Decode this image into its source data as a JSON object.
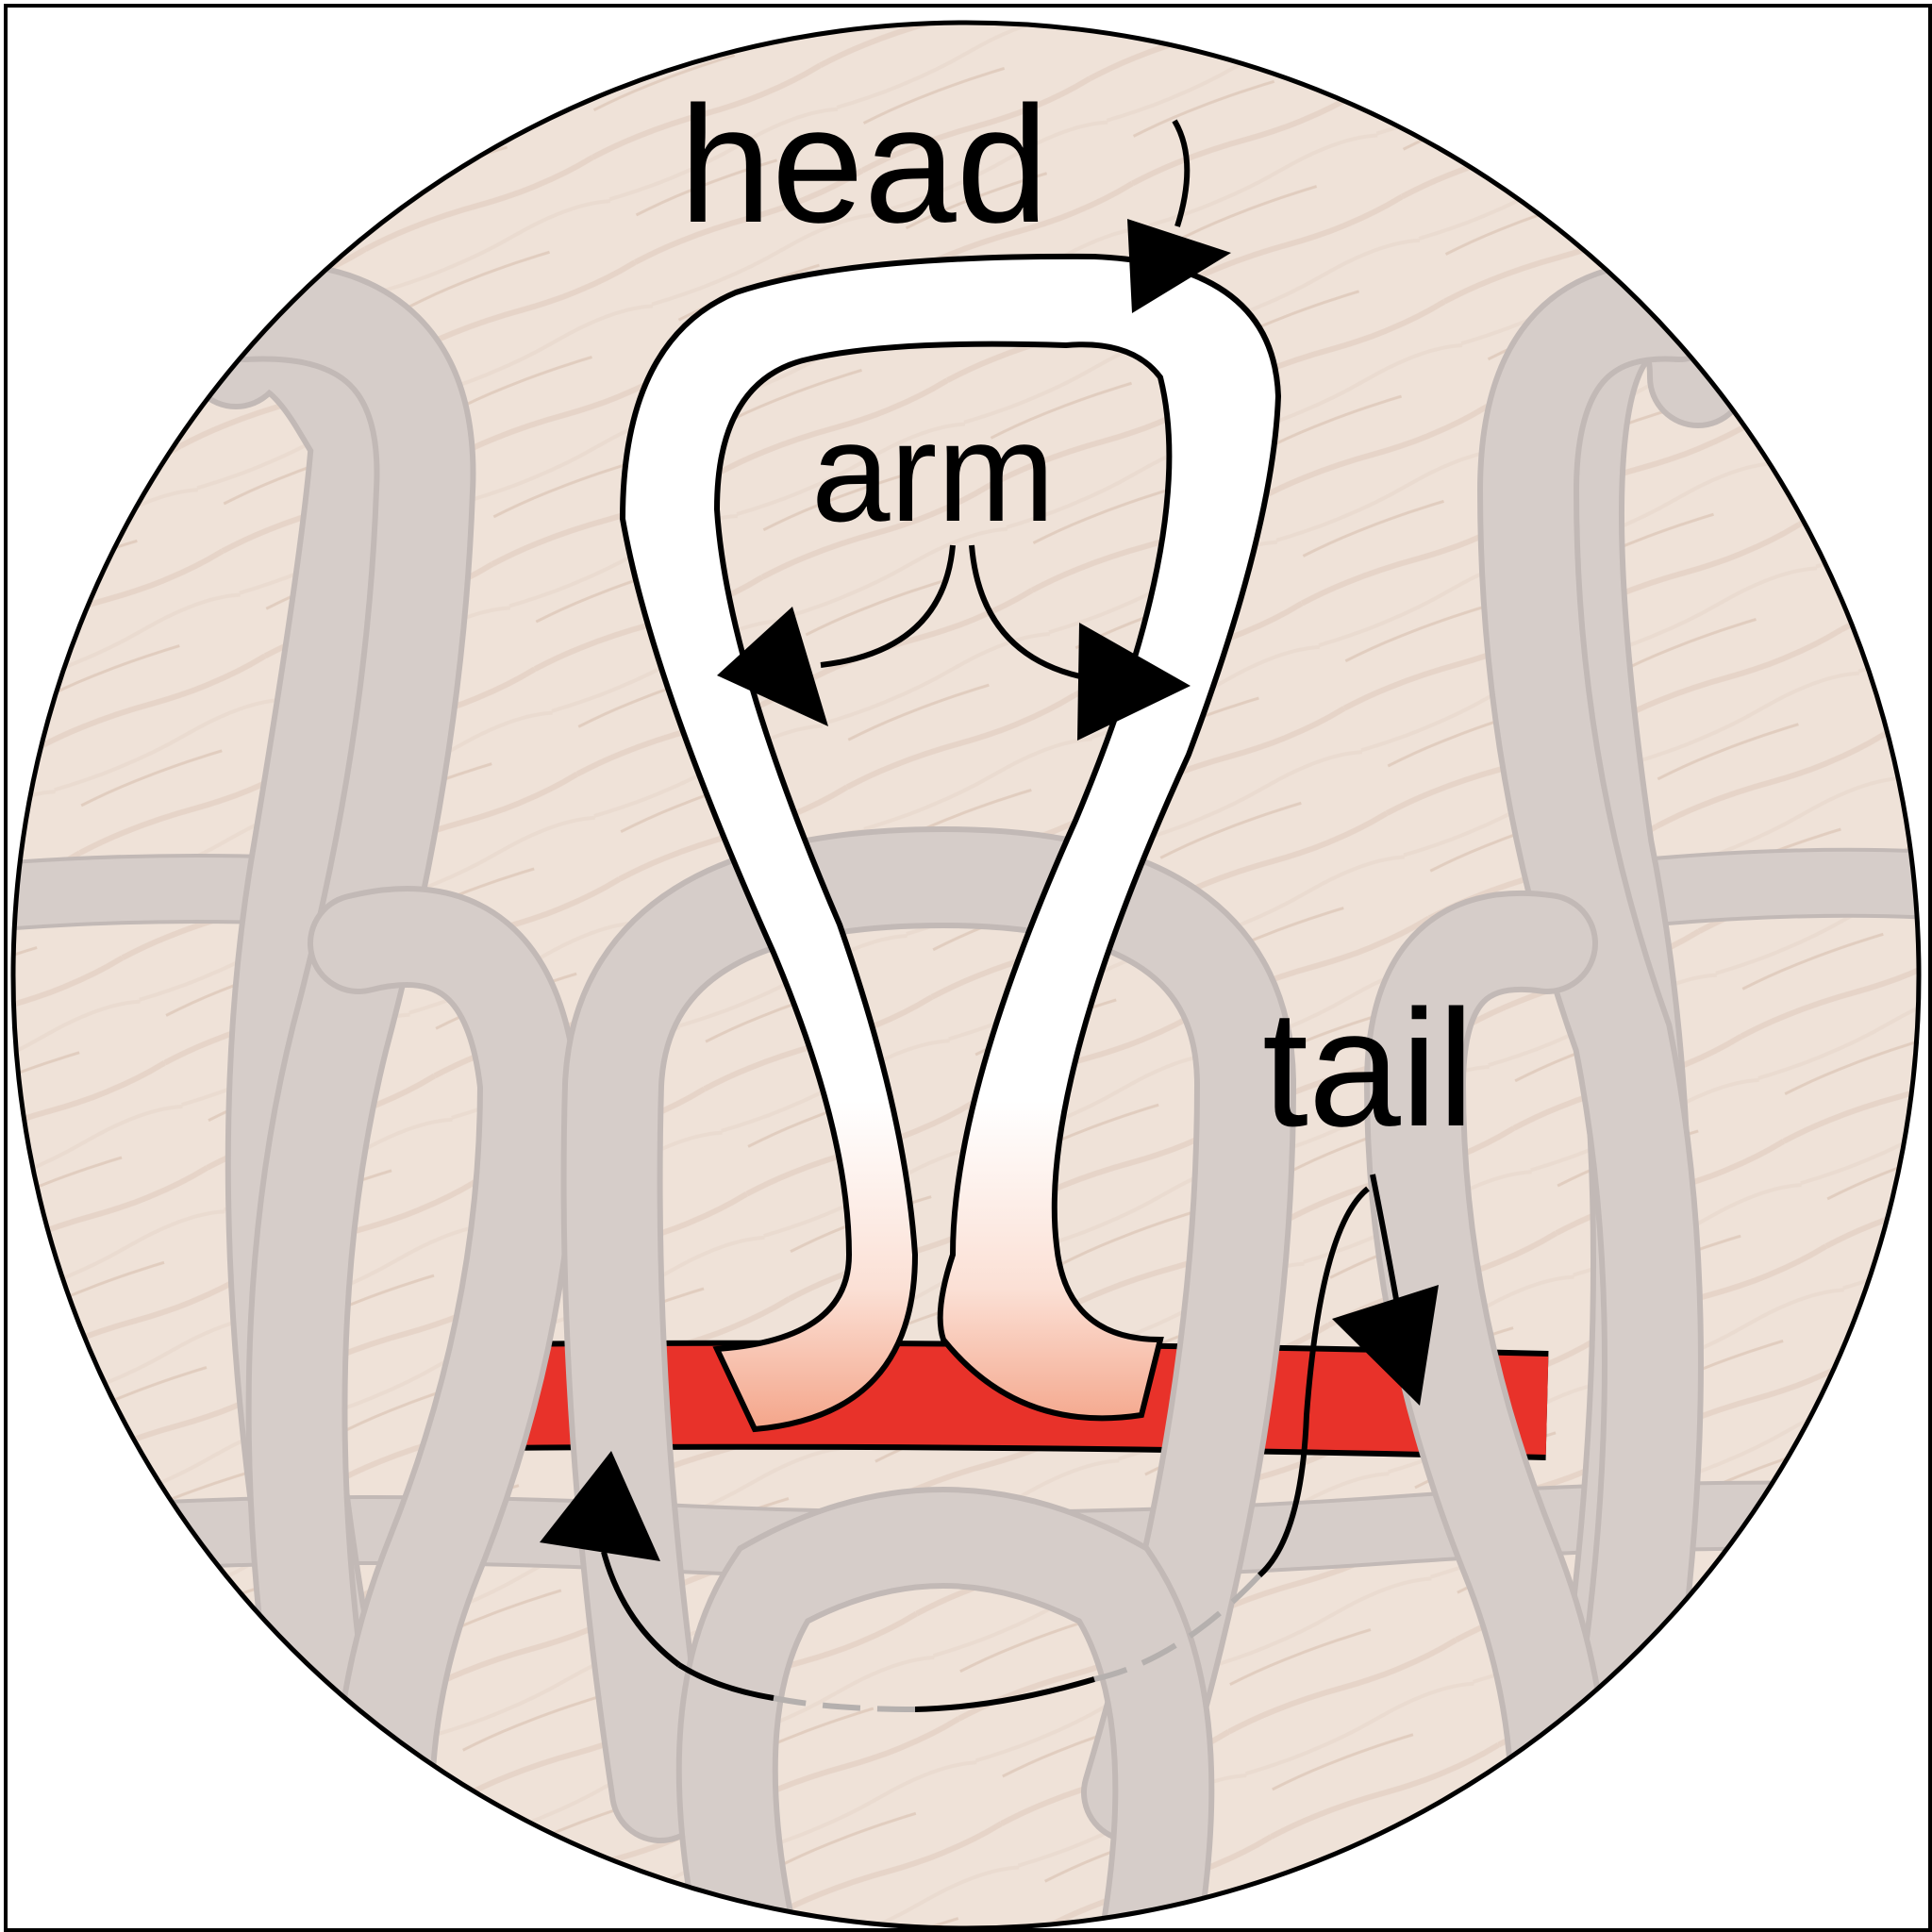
{
  "diagram": {
    "labels": {
      "head": "head",
      "arm": "arm",
      "tail": "tail"
    },
    "colors": {
      "background_wood": "#efe2d8",
      "background_grain": "#e3cfc2",
      "knit_yarn": "#d6cdc9",
      "knit_outline": "#c2b9b6",
      "highlighted_stitch": "#ffffff",
      "stitch_fade": "#f4a58a",
      "red_yarn": "#e8322a",
      "outline": "#000000"
    }
  }
}
